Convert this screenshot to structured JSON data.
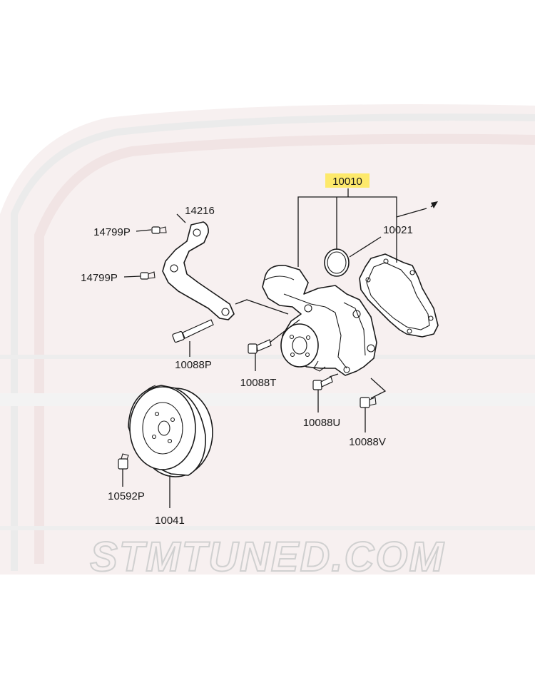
{
  "watermark": {
    "text": "STMTUNED.COM",
    "color": "#e8c8c8"
  },
  "highlight_color": "#fde96b",
  "parts": {
    "p10010": "10010",
    "p10021": "10021",
    "p14216": "14216",
    "p14799p_a": "14799P",
    "p14799p_b": "14799P",
    "p10088p": "10088P",
    "p10088t": "10088T",
    "p10088u": "10088U",
    "p10088v": "10088V",
    "p10592p": "10592P",
    "p10041": "10041"
  }
}
